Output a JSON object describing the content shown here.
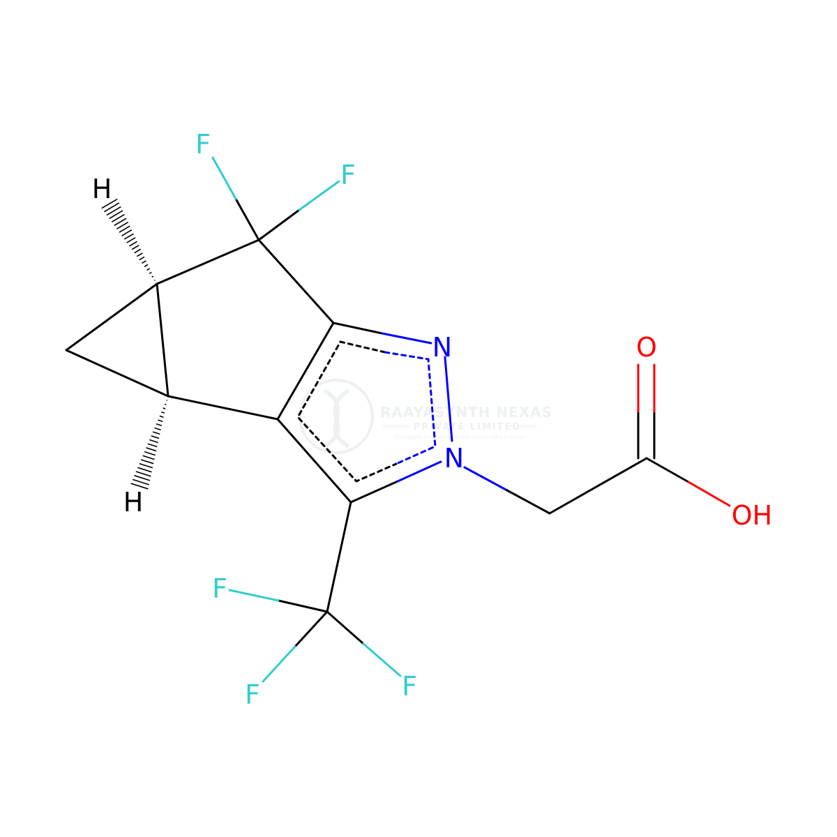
{
  "colors": {
    "bond": "#000000",
    "nitrogen": "#0000ff",
    "oxygen": "#ff0000",
    "fluorine": "#33cccc",
    "hydrogen": "#000000",
    "watermark": "#dfe6e3"
  },
  "atoms": {
    "f1": "F",
    "f2": "F",
    "f3": "F",
    "f4": "F",
    "f5": "F",
    "h_top": "H",
    "h_bottom": "H",
    "n1": "N",
    "n2": "N",
    "o_carbonyl": "O",
    "oh": "OH"
  },
  "watermark": {
    "name": "RAAYASYNTH NEXAS",
    "subtitle": "PRIVATE LIMITED",
    "tagline": "Complete solution to every molecule's journey",
    "logo_icon": "dna-helix-icon"
  }
}
